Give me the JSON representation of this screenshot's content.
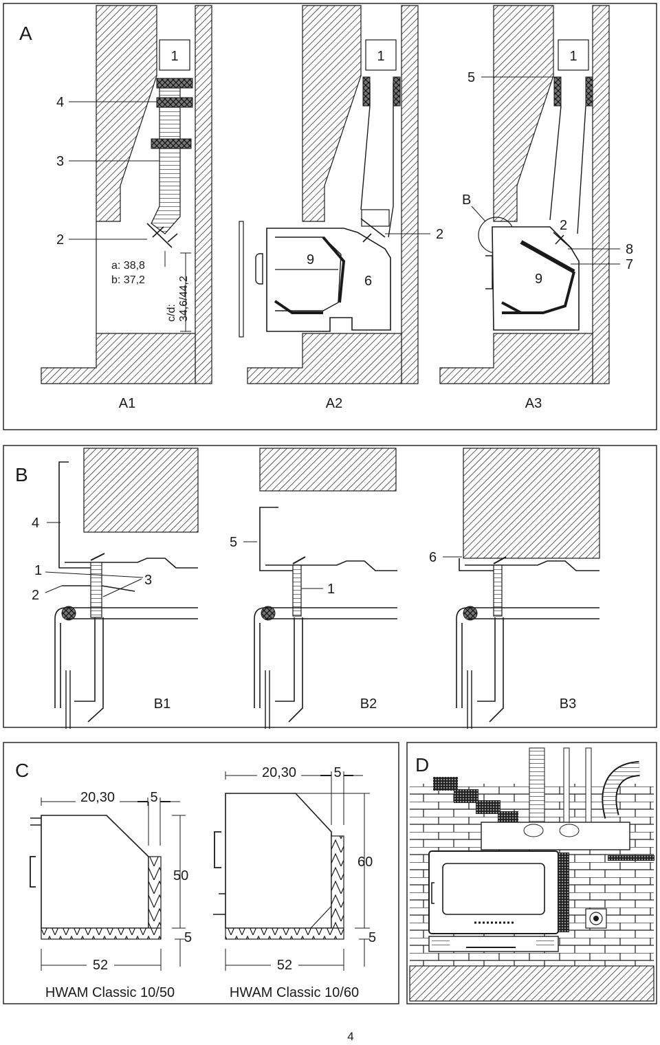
{
  "panels": {
    "A": {
      "letter": "A",
      "subfigures": [
        "A1",
        "A2",
        "A3"
      ],
      "callouts": {
        "a1_4": "4",
        "a1_3": "3",
        "a1_2": "2",
        "a1_1": "1",
        "a2_1": "1",
        "a2_2": "2",
        "a2_9": "9",
        "a2_6": "6",
        "a3_5": "5",
        "a3_1": "1",
        "a3_B": "B",
        "a3_2": "2",
        "a3_8": "8",
        "a3_7": "7",
        "a3_9": "9"
      },
      "dim_ab_line1": "a: 38,8",
      "dim_ab_line2": "b: 37,2",
      "dim_cd_line1": "c/d:",
      "dim_cd_line2": "34,6/44,2"
    },
    "B": {
      "letter": "B",
      "subfigures": [
        "B1",
        "B2",
        "B3"
      ],
      "callouts": {
        "b1_4": "4",
        "b1_1": "1",
        "b1_2": "2",
        "b1_3": "3",
        "b2_5": "5",
        "b2_1": "1",
        "b3_6": "6"
      }
    },
    "C": {
      "letter": "C",
      "left": {
        "top_dim": "20,30",
        "gap_dim": "5",
        "height_dim": "50",
        "base_dim": "5",
        "width_dim": "52",
        "caption": "HWAM Classic 10/50"
      },
      "right": {
        "top_dim": "20,30",
        "gap_dim": "5",
        "height_dim": "60",
        "base_dim": "5",
        "width_dim": "52",
        "caption": "HWAM Classic 10/60"
      }
    },
    "D": {
      "letter": "D"
    }
  },
  "page_number": "4"
}
